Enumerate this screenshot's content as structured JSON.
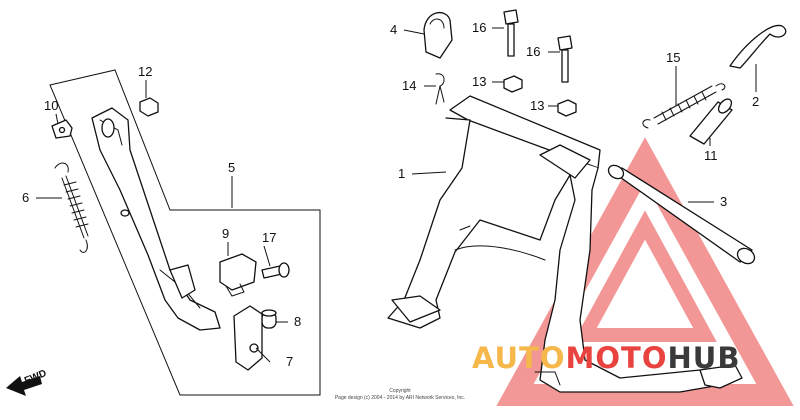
{
  "diagram": {
    "callouts": [
      {
        "id": "c1",
        "label": "1"
      },
      {
        "id": "c2",
        "label": "2"
      },
      {
        "id": "c3",
        "label": "3"
      },
      {
        "id": "c4",
        "label": "4"
      },
      {
        "id": "c5",
        "label": "5"
      },
      {
        "id": "c6",
        "label": "6"
      },
      {
        "id": "c7",
        "label": "7"
      },
      {
        "id": "c8",
        "label": "8"
      },
      {
        "id": "c9",
        "label": "9"
      },
      {
        "id": "c10",
        "label": "10"
      },
      {
        "id": "c11",
        "label": "11"
      },
      {
        "id": "c12",
        "label": "12"
      },
      {
        "id": "c13a",
        "label": "13"
      },
      {
        "id": "c13b",
        "label": "13"
      },
      {
        "id": "c14",
        "label": "14"
      },
      {
        "id": "c15",
        "label": "15"
      },
      {
        "id": "c16a",
        "label": "16"
      },
      {
        "id": "c16b",
        "label": "16"
      },
      {
        "id": "c17",
        "label": "17"
      }
    ],
    "fwd_label": "FWD",
    "copyright_line1": "Copyright",
    "copyright_line2": "Page design (c) 2004 - 2014 by ARI Network Services, Inc.",
    "watermark": {
      "part1": "AUTO",
      "part2": "MOTO",
      "part3": "HUB",
      "color_orange": "#f6b84a",
      "color_red": "#e8433f",
      "color_gray": "#3a3a3a"
    }
  }
}
